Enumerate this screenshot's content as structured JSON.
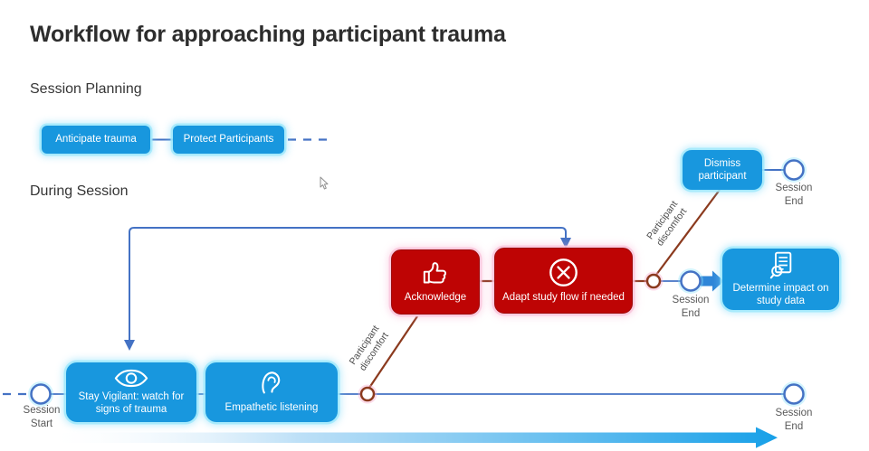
{
  "title": "Workflow for approaching participant trauma",
  "sections": {
    "planning": "Session Planning",
    "during": "During Session"
  },
  "nodes": {
    "anticipate": "Anticipate trauma",
    "protect": "Protect Participants",
    "dismiss": "Dismiss participant",
    "acknowledge": "Acknowledge",
    "adapt": "Adapt study flow if needed",
    "determine": "Determine impact on study data",
    "vigilant": "Stay Vigilant: watch for signs of trauma",
    "empathetic": "Empathetic listening"
  },
  "labels": {
    "session_start": "Session Start",
    "session_end": "Session End",
    "discomfort": "Participant discomfort"
  },
  "colors": {
    "blue_box": "#1897DE",
    "red_box": "#BE0404",
    "connector": "#4472C4",
    "red_line": "#8B3A1E",
    "block_arrow": "#2F86D8",
    "arrow_blue": "#17A0E8"
  }
}
